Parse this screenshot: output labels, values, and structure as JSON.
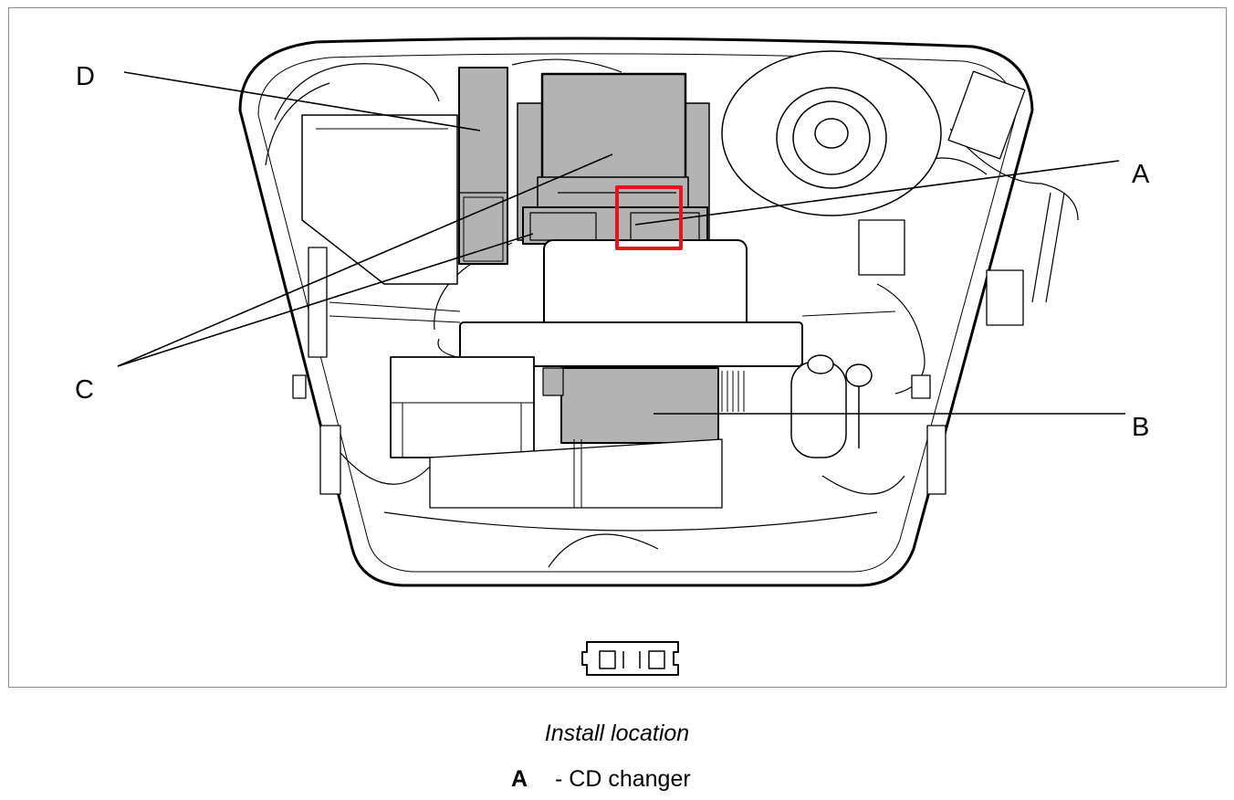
{
  "figure": {
    "callouts": {
      "a": "A",
      "b": "B",
      "c": "C",
      "d": "D"
    },
    "highlight_color": "#e8141c",
    "line_color": "#000000",
    "component_fill": "#b3b3b3"
  },
  "caption": "Install location",
  "legend": [
    {
      "key": "A",
      "text": "- CD changer"
    }
  ]
}
